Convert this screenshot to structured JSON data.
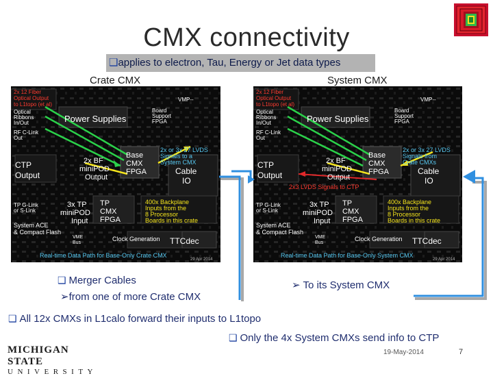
{
  "slide": {
    "title": "CMX connectivity",
    "subtitle": "applies to electron, Tau, Energy or Jet data types",
    "left_label": "Crate CMX",
    "right_label": "System CMX",
    "left_bullet_1": "Merger Cables",
    "left_bullet_2": "from one of more Crate CMX",
    "right_bullet": "To its System CMX",
    "bullet_all": "All 12x CMXs in L1calo forward their inputs to L1topo",
    "bullet_only": "Only the 4x System CMXs send info to CTP",
    "date": "19-May-2014",
    "page": "7",
    "logo_line1": "MICHIGAN STATE",
    "logo_line2": "UNIVERSITY"
  },
  "boards": {
    "crate": {
      "fiber": "2x 12 Fiber",
      "optical_out": "Optical Output",
      "to_l1topo": "to L1topo (et al)",
      "vmp": "VMP--",
      "optical_ribbons": "Optical",
      "ribbons": "Ribbons",
      "inout": "In/Out",
      "board_support": "Board",
      "support": "Support",
      "fpga_small": "FPGA",
      "power": "Power Supplies",
      "rf_clink": "RF C-Link",
      "out": "Out",
      "ctp": "CTP",
      "output": "Output",
      "bf": "2x BF",
      "minipod": "miniPOD",
      "minipod_out": "Output",
      "base": "Base",
      "cmx": "CMX",
      "fpga": "FPGA",
      "lvds": "2x or 3x 27 LVDS",
      "lvds2": "Signals to a",
      "lvds3": "System CMX",
      "cable": "Cable",
      "io": "IO",
      "tp_slink": "TP G-Link",
      "or_slink": "or S-Link",
      "tp3": "3x TP",
      "minipod2": "miniPOD",
      "input": "Input",
      "tp": "TP",
      "tpcmx": "CMX",
      "tpfpga": "FPGA",
      "backplane": "400x Backplane",
      "bp2": "Inputs from the",
      "bp3": "8 Processor",
      "bp4": "Boards in this crate",
      "ace": "System ACE",
      "flash": "& Compact Flash",
      "vme": "VME",
      "bus": "Bus",
      "clock": "Clock Generation",
      "ttc": "TTCdec",
      "realtime": "Real-time Data Path for Base-Only Crate CMX",
      "date": "29 Apr 2014"
    },
    "system": {
      "lvds_sys": "2x3 LVDS Signals to CTP",
      "lvds": "2x or 3x 27 LVDS",
      "lvds2": "Signals from",
      "lvds3": "Crate CMXs",
      "realtime": "Real-time Data Path for Base-Only System CMX",
      "date": "29 Apr 2014"
    }
  },
  "colors": {
    "board_bg": "#0b0b0b",
    "arrow_green": "#2bd14a",
    "arrow_yellow": "#f4e41c",
    "arrow_red": "#e0282a",
    "cable_blue": "#2f8fe0",
    "label_red": "#ff3b30",
    "label_cyan": "#58c9f2",
    "subtitle_bg": "#b3b3b3"
  },
  "icons": {
    "corner_logo": "l1calo-logo-icon",
    "bullet": "square-bullet-icon",
    "arrow": "arrow-bullet-icon"
  }
}
